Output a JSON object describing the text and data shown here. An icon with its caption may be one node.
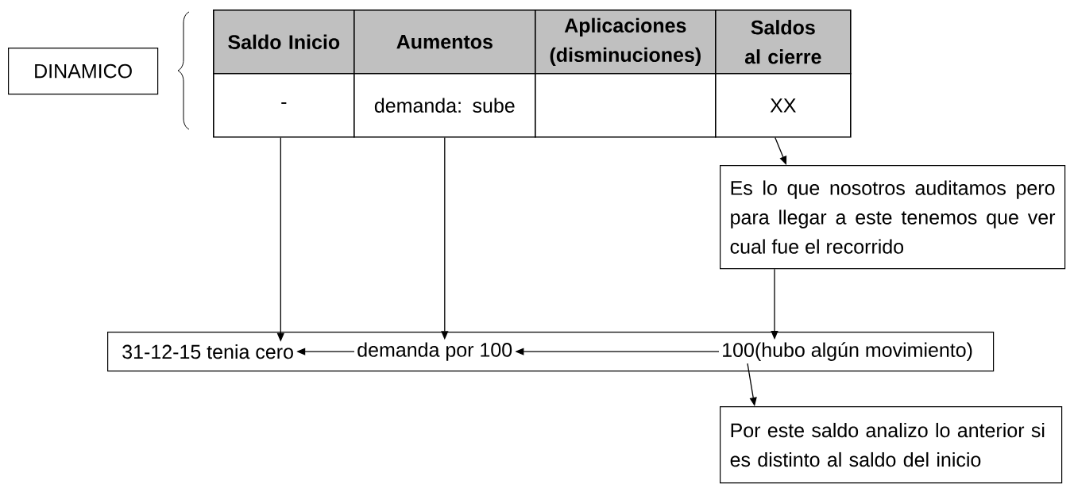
{
  "diagram": {
    "nodes": [
      {
        "text": [
          "DINAMICO"
        ]
      },
      {
        "text": [
          "Saldo Inicio"
        ]
      },
      {
        "text": [
          "Aumentos"
        ]
      },
      {
        "text": [
          "Aplicaciones (disminuciones)"
        ]
      },
      {
        "text": [
          "Saldos al cierre"
        ]
      },
      {
        "text": [
          "-"
        ]
      },
      {
        "text": [
          "demanda: sube"
        ]
      },
      {
        "text": [],
        "shape": "box"
      },
      {
        "text": [
          "XX"
        ]
      },
      {
        "text": [
          "Es lo que nosotros auditamos pero para llegar a este tenemos que ver cual fue el recorrido"
        ]
      },
      {
        "text": [],
        "shape": "box"
      },
      {
        "text": [
          "31-12-15 tenia cero"
        ],
        "in": 10
      },
      {
        "text": [
          "demanda por 100"
        ],
        "in": 10
      },
      {
        "text": [
          "100(hubo algún movimiento)"
        ],
        "in": 10
      },
      {
        "text": [
          "Por este saldo analizo lo anterior si es distinto al saldo del inicio"
        ]
      }
    ],
    "edges": [
      {
        "from": 8,
        "to": 9,
        "arrow": "to"
      },
      {
        "from": 5,
        "to": 11,
        "arrow": "to"
      },
      {
        "from": 6,
        "to": 12,
        "arrow": "to"
      },
      {
        "from": 9,
        "to": 13,
        "arrow": "to"
      },
      {
        "from": 13,
        "to": 12,
        "arrow": "to"
      },
      {
        "from": 12,
        "to": 11,
        "arrow": "to"
      },
      {
        "from": 13,
        "to": 14,
        "arrow": "to"
      }
    ]
  }
}
